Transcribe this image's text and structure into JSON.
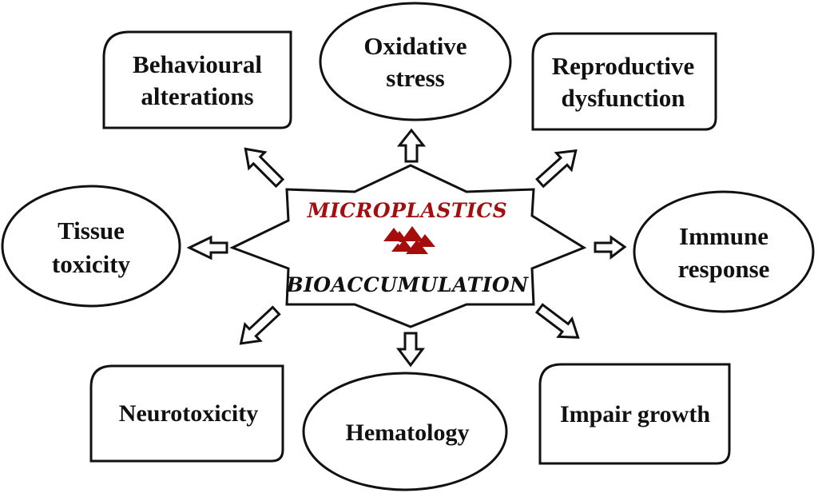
{
  "center": {
    "title": "MICROPLASTICS",
    "subtitle": "BIOACCUMULATION",
    "icon": "triangle-cluster-icon",
    "title_color": "#a01010",
    "subtitle_color": "#111111",
    "icon_color": "#a50d0d"
  },
  "effects": {
    "behavioural": {
      "line1": "Behavioural",
      "line2": "alterations",
      "shape": "rounded-rectangle"
    },
    "oxidative": {
      "line1": "Oxidative",
      "line2": "stress",
      "shape": "ellipse"
    },
    "reproductive": {
      "line1": "Reproductive",
      "line2": "dysfunction",
      "shape": "rounded-rectangle"
    },
    "tissue": {
      "line1": "Tissue",
      "line2": "toxicity",
      "shape": "ellipse"
    },
    "immune": {
      "line1": "Immune",
      "line2": "response",
      "shape": "ellipse"
    },
    "neuro": {
      "line1": "Neurotoxicity",
      "shape": "rounded-rectangle"
    },
    "hematology": {
      "line1": "Hematology",
      "shape": "ellipse"
    },
    "growth": {
      "line1": "Impair growth",
      "shape": "rounded-rectangle"
    }
  }
}
